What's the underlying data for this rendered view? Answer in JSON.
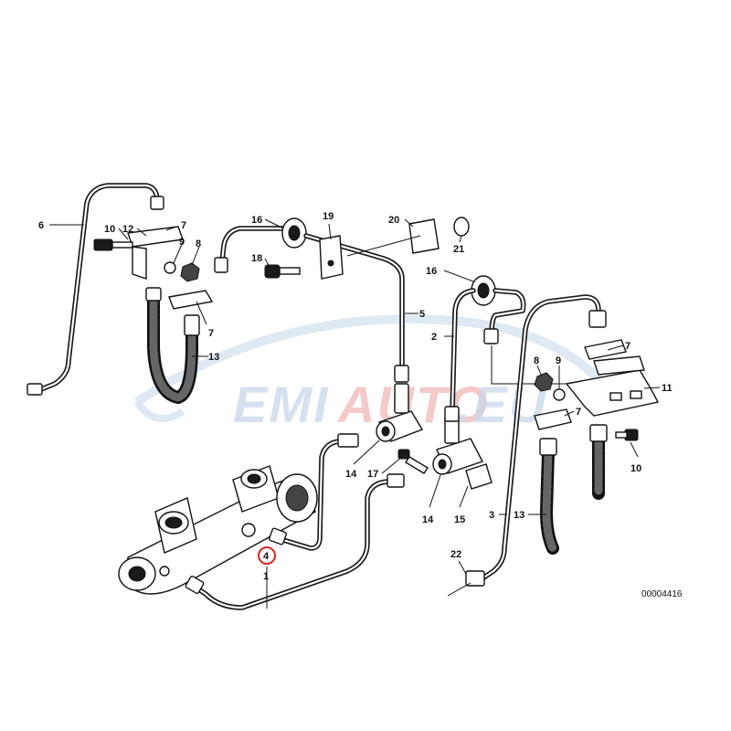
{
  "watermark": {
    "text_a": "EMI",
    "text_b": "AUTO",
    "text_c": ".EU"
  },
  "drawing_number": "00004416",
  "labels": {
    "l1": "1",
    "l2": "2",
    "l3": "3",
    "l4": "4",
    "l5": "5",
    "l6": "6",
    "l7a": "7",
    "l7b": "7",
    "l7c": "7",
    "l7d": "7",
    "l8a": "8",
    "l8b": "8",
    "l9a": "9",
    "l9b": "9",
    "l10a": "10",
    "l10b": "10",
    "l11": "11",
    "l12": "12",
    "l13a": "13",
    "l13b": "13",
    "l14a": "14",
    "l14b": "14",
    "l15": "15",
    "l16a": "16",
    "l16b": "16",
    "l17": "17",
    "l18": "18",
    "l19": "19",
    "l20": "20",
    "l21": "21",
    "l22": "22"
  },
  "highlight": {
    "label": "4",
    "color": "#d62828"
  }
}
